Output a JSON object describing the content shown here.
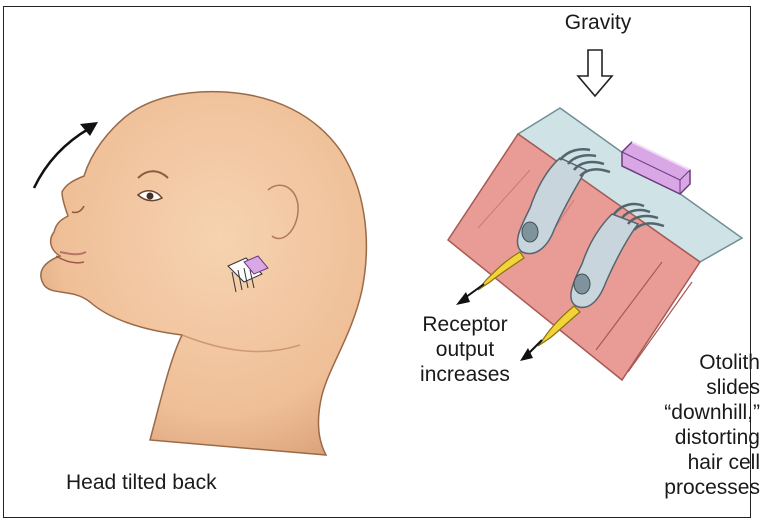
{
  "labels": {
    "gravity": "Gravity",
    "head_tilted": "Head tilted back",
    "receptor_output": [
      "Receptor",
      "output",
      "increases"
    ],
    "otolith_slides": [
      "Otolith",
      "slides",
      "“downhill,”",
      "distorting",
      "hair cell",
      "processes"
    ]
  },
  "colors": {
    "skin": "#f0c29b",
    "skin_shadow": "#d9a07a",
    "gel_layer": "#cfe2e6",
    "tissue": "#e99c96",
    "hair_cell": "#c9d5dc",
    "nerve": "#f2d33a",
    "otolith": "#d9a7e6"
  }
}
